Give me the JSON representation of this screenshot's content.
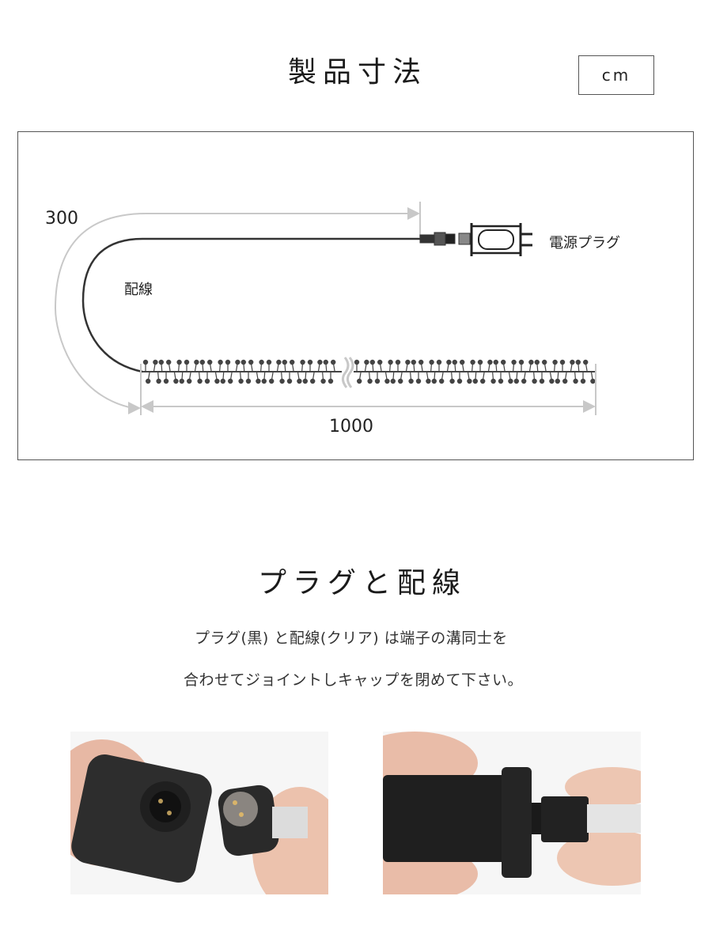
{
  "section1": {
    "title": "製品寸法",
    "unit": "cm",
    "diagram": {
      "cable_length_label": "300",
      "cable_label": "配線",
      "plug_label": "電源プラグ",
      "light_length_label": "1000"
    }
  },
  "section2": {
    "title": "プラグと配線",
    "instructions": [
      "プラグ(黒) と配線(クリア) は端子の溝同士を",
      "合わせてジョイントしキャップを閉めて下さい。"
    ],
    "photos": [
      {
        "alt": "プラグと配線の端子を向かい合わせている写真"
      },
      {
        "alt": "プラグと配線をジョイントしキャップを閉めている写真"
      }
    ]
  },
  "colors": {
    "frame_border": "#555555",
    "dimension_line": "#c8c8c8",
    "cable": "#333333",
    "bulb": "#4a4a4a"
  }
}
